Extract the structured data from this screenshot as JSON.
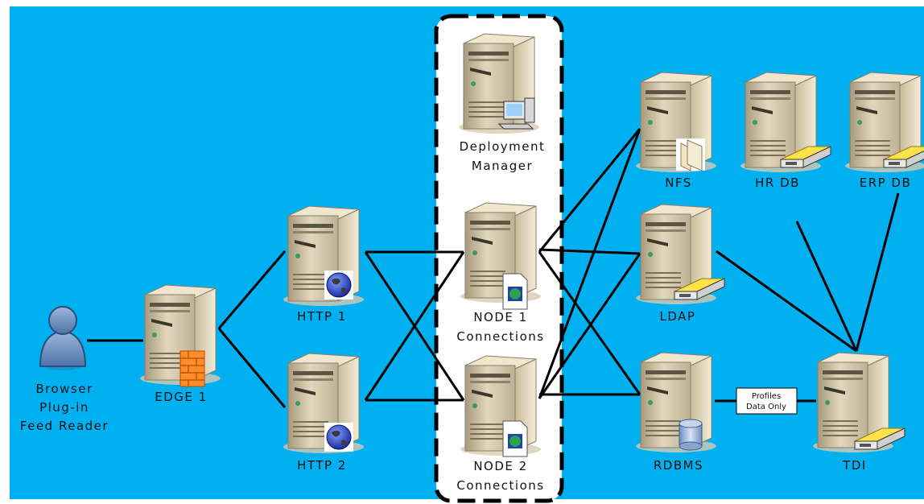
{
  "diagram": {
    "background_color": "#00b0f0",
    "nodes": {
      "client": {
        "lines": [
          "Browser",
          "Plug-in",
          "Feed Reader"
        ],
        "icon": "user-icon"
      },
      "edge1": {
        "lines": [
          "EDGE 1"
        ],
        "icon": "firewall-icon"
      },
      "http1": {
        "lines": [
          "HTTP 1"
        ],
        "icon": "globe-icon"
      },
      "http2": {
        "lines": [
          "HTTP 2"
        ],
        "icon": "globe-icon"
      },
      "dmgr": {
        "lines": [
          "Deployment",
          "Manager"
        ],
        "icon": "workstation-icon"
      },
      "node1": {
        "lines": [
          "NODE 1",
          "Connections"
        ],
        "icon": "web-document-icon"
      },
      "node2": {
        "lines": [
          "NODE 2",
          "Connections"
        ],
        "icon": "web-document-icon"
      },
      "nfs": {
        "lines": [
          "NFS"
        ],
        "icon": "folder-icon"
      },
      "hrdb": {
        "lines": [
          "HR DB"
        ],
        "icon": "directory-icon"
      },
      "erpdb": {
        "lines": [
          "ERP DB"
        ],
        "icon": "directory-icon"
      },
      "ldap": {
        "lines": [
          "LDAP"
        ],
        "icon": "directory-icon"
      },
      "rdbms": {
        "lines": [
          "RDBMS"
        ],
        "icon": "database-icon"
      },
      "tdi": {
        "lines": [
          "TDI"
        ],
        "icon": "directory-icon"
      }
    },
    "edge_label": {
      "lines": [
        "Profiles",
        "Data Only"
      ]
    },
    "cluster_border": "dashed"
  }
}
